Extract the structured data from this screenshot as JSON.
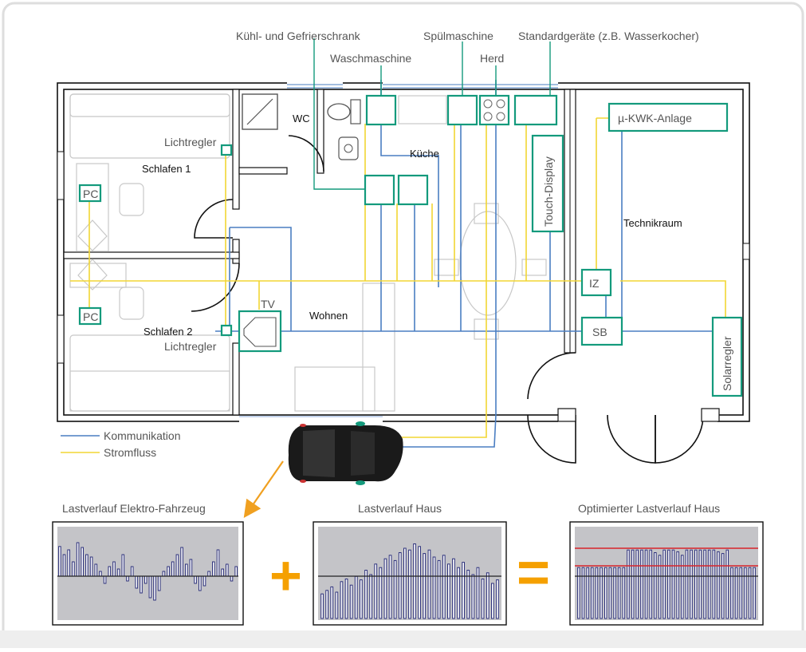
{
  "labels": {
    "kuehl": "Kühl- und Gefrierschrank",
    "spuel": "Spülmaschine",
    "standard": "Standardgeräte (z.B. Wasserkocher)",
    "wasch": "Waschmaschine",
    "herd": "Herd",
    "wc": "WC",
    "kueche": "Küche",
    "lichtregler1": "Lichtregler",
    "lichtregler2": "Lichtregler",
    "schlafen1": "Schlafen 1",
    "schlafen2": "Schlafen 2",
    "pc1": "PC",
    "pc2": "PC",
    "tv": "TV",
    "wohnen": "Wohnen",
    "touch": "Touch-Display",
    "kwk": "µ-KWK-Anlage",
    "technikraum": "Technikraum",
    "iz": "IZ",
    "sb": "SB",
    "solar": "Solarregler"
  },
  "legend": {
    "kommunikation": "Kommunikation",
    "stromfluss": "Stromfluss"
  },
  "colors": {
    "communication": "#4a7ec2",
    "power": "#f2d633",
    "device": "#139a7c",
    "arrow": "#f0a020",
    "redline": "#d8252b"
  },
  "panels": {
    "ev_title": "Lastverlauf Elektro-Fahrzeug",
    "house_title": "Lastverlauf Haus",
    "opt_title": "Optimierter Lastverlauf Haus",
    "plus": "+",
    "equals": "="
  },
  "chart_data": [
    {
      "type": "bar",
      "title": "Lastverlauf Elektro-Fahrzeug",
      "values": [
        0.62,
        0.45,
        0.55,
        0.3,
        0.7,
        0.6,
        0.45,
        0.4,
        0.25,
        0.1,
        -0.15,
        0.2,
        0.3,
        0.15,
        0.45,
        -0.1,
        0.2,
        -0.25,
        -0.35,
        -0.15,
        -0.45,
        -0.5,
        -0.3,
        0.1,
        0.2,
        0.3,
        0.45,
        0.6,
        0.25,
        0.35,
        -0.15,
        -0.3,
        -0.2,
        0.1,
        0.3,
        0.55,
        0.15,
        0.25,
        -0.1,
        0.2
      ]
    },
    {
      "type": "bar",
      "title": "Lastverlauf Haus",
      "values": [
        0.28,
        0.32,
        0.36,
        0.3,
        0.42,
        0.45,
        0.38,
        0.48,
        0.44,
        0.55,
        0.5,
        0.62,
        0.58,
        0.68,
        0.72,
        0.66,
        0.75,
        0.8,
        0.78,
        0.85,
        0.82,
        0.74,
        0.78,
        0.7,
        0.66,
        0.72,
        0.62,
        0.68,
        0.58,
        0.64,
        0.55,
        0.5,
        0.58,
        0.45,
        0.52,
        0.4,
        0.44
      ]
    },
    {
      "type": "bar",
      "title": "Optimierter Lastverlauf Haus",
      "values": [
        0.58,
        0.58,
        0.58,
        0.58,
        0.58,
        0.58,
        0.58,
        0.58,
        0.58,
        0.58,
        0.58,
        0.78,
        0.78,
        0.78,
        0.78,
        0.78,
        0.78,
        0.75,
        0.72,
        0.78,
        0.78,
        0.78,
        0.76,
        0.72,
        0.78,
        0.78,
        0.78,
        0.78,
        0.78,
        0.78,
        0.78,
        0.76,
        0.74,
        0.78,
        0.58,
        0.58,
        0.58,
        0.58,
        0.58,
        0.58
      ]
    }
  ]
}
